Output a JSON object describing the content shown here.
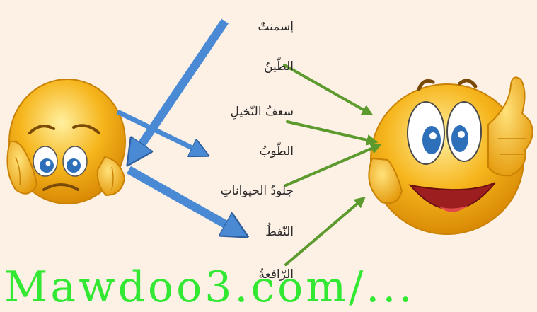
{
  "words": [
    "إسمنتٌ",
    "الطّينُ",
    "سعفُ النّخيلِ",
    "الطّوبُ",
    "جلودُ الحيواناتِ",
    "النّفطُ",
    "الرّافعةُ"
  ],
  "watermark": "Mawdoo3.com/...",
  "faces": {
    "sad": "sad-face-icon",
    "happy": "happy-thumbs-up-face-icon"
  },
  "colors": {
    "background": "#fdf1e6",
    "blue_arrow": "#4a8ad4",
    "green_arrow": "#5c9a2e",
    "face_yellow": "#f6b51c"
  }
}
